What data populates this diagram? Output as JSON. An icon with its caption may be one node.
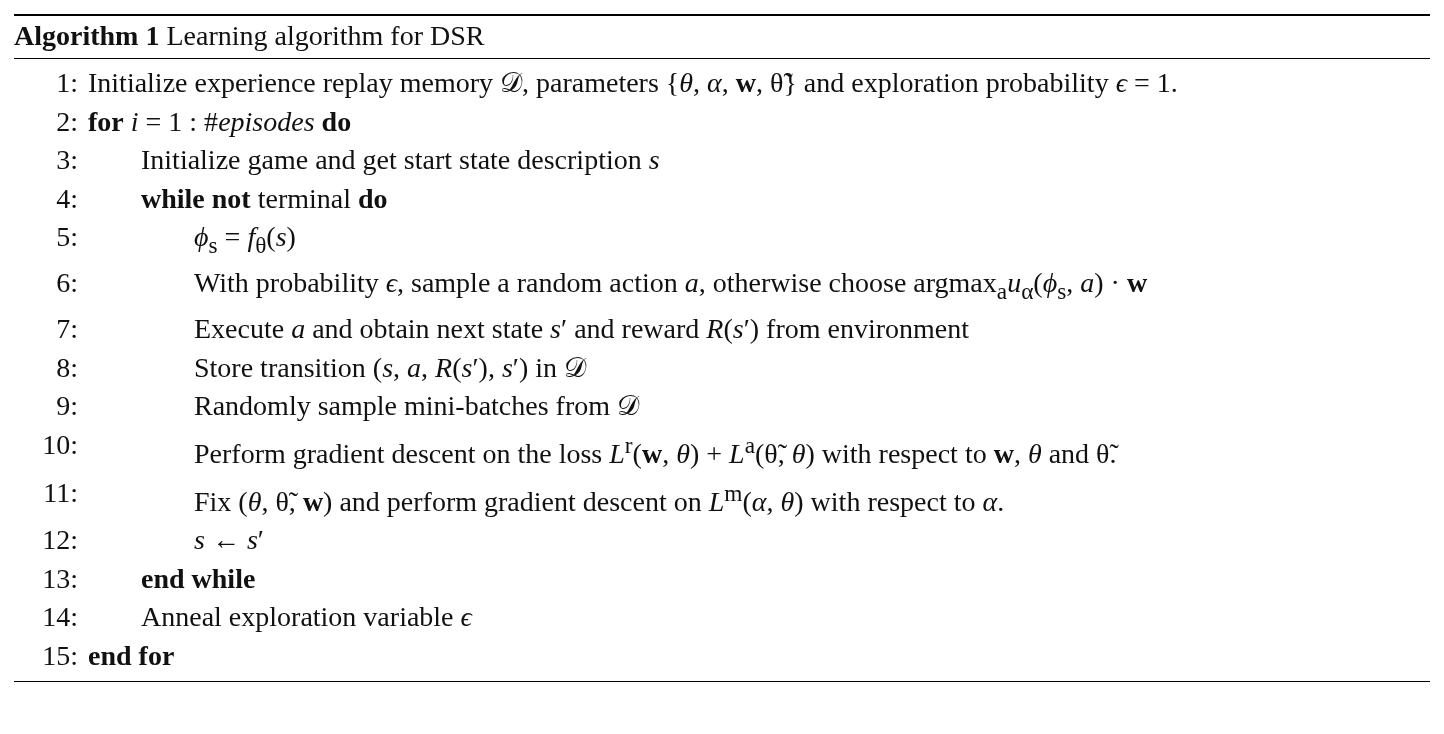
{
  "diagram": {
    "title": "**Algorithm 1** Learning algorithm for DSR",
    "labels": [
      "1:",
      "Initialize experience replay memory 𝒟, parameters {*θ*, *α*, **w**, θ̃} and exploration probability *ϵ* = 1.",
      "2:",
      "**for** *i* = 1 : #*episodes* **do**",
      "3:",
      "Initialize game and get start state description *s*",
      "4:",
      "**while** **not** terminal **do**",
      "5:",
      "*ϕ*$_{s}$ = *f*$_{θ}$(*s*)",
      "6:",
      "With probability *ϵ*, sample a random action *a*, otherwise choose argmax$_{a}$*u*$_{α}$(*ϕ*$_{s}$, *a*) · **w**",
      "7:",
      "Execute *a* and obtain next state *s*′ and reward *R*(*s*′) from environment",
      "8:",
      "Store transition (*s*, *a*, *R*(*s*′), *s*′) in 𝒟",
      "9:",
      "Randomly sample mini-batches from 𝒟",
      "10:",
      "Perform gradient descent on the loss *L*$^{r}$(**w**, *θ*) + *L*$^{a}$(θ̃, *θ*) with respect to **w**, *θ* and θ̃.",
      "11:",
      "Fix (*θ*, θ̃, **w**) and perform gradient descent on *L*$^{m}$(*α*, *θ*) with respect to *α*.",
      "12:",
      "*s* ← *s*′",
      "13:",
      "**end while**",
      "14:",
      "Anneal exploration variable *ϵ*",
      "15:",
      "**end for**"
    ]
  }
}
